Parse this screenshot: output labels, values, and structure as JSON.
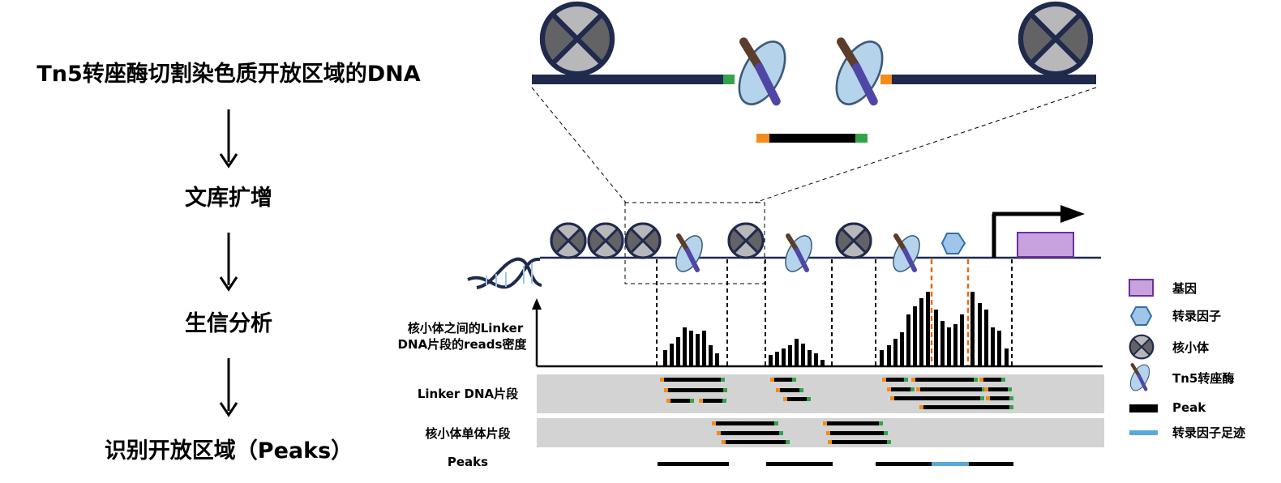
{
  "steps": {
    "s1": "Tn5转座酶切割染色质开放区域的DNA",
    "s2": "文库扩增",
    "s3": "生信分析",
    "s4": "识别开放区域（Peaks）"
  },
  "tracks": {
    "density_label_1": "核小体之间的Linker",
    "density_label_2": "DNA片段的reads密度",
    "linker": "Linker DNA片段",
    "mono": "核小体单体片段",
    "peaks": "Peaks"
  },
  "legend": {
    "gene": "基因",
    "tf": "转录因子",
    "nucleosome": "核小体",
    "tn5": "Tn5转座酶",
    "peak": "Peak",
    "footprint": "转录因子足迹"
  },
  "colors": {
    "dna": "#1f2a4d",
    "nucleosome_dark": "#636365",
    "nucleosome_light": "#b8b8ba",
    "tn5_body": "#b5d3ea",
    "tn5_rod_top": "#5a3d2b",
    "tn5_rod_bottom": "#4e47a6",
    "adapter_orange": "#f28c1a",
    "adapter_green": "#33a34a",
    "gene_box": "#c8a2de",
    "gene_border": "#6a2f9c",
    "tf_hexagon": "#9fc5e8",
    "footprint": "#5aa7d8",
    "track_bg": "#d3d3d3"
  },
  "icons": [
    "nucleosome-icon",
    "tn5-transposase-icon",
    "transcription-factor-icon",
    "gene-box-icon",
    "tss-arrow-icon",
    "dna-helix-icon"
  ]
}
